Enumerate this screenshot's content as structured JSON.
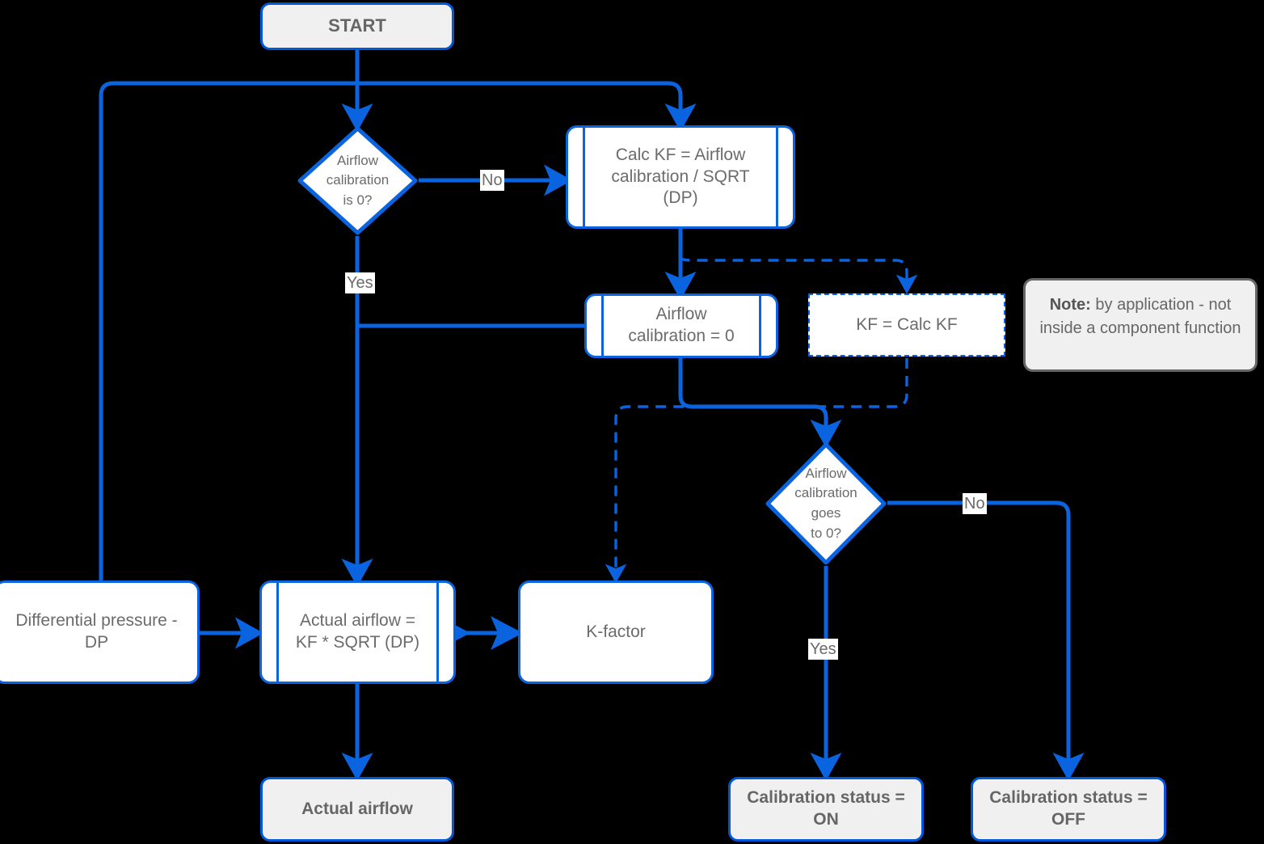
{
  "diagram": {
    "title": "Airflow calibration / K-factor flowchart",
    "colors": {
      "edge": "#0a64e0",
      "node_border": "#0a64e0",
      "terminator_fill": "#f0f0f0",
      "process_fill": "#ffffff",
      "text": "#6b6b6b",
      "note_border": "#666666",
      "background": "#000000"
    },
    "nodes": {
      "start": {
        "label": "START",
        "shape": "terminator"
      },
      "decision_cal_zero": {
        "label": "Airflow\ncalibration\nis 0?",
        "shape": "decision"
      },
      "calc_kf": {
        "label": "Calc KF = Airflow\ncalibration / SQRT\n(DP)",
        "shape": "predefined-process"
      },
      "airflow_cal_zero": {
        "label": "Airflow\ncalibration = 0",
        "shape": "predefined-process"
      },
      "kf_assign": {
        "label": "KF = Calc KF",
        "shape": "dashed-process"
      },
      "note": {
        "prefix": "Note:",
        "label": " by application - not inside a component function",
        "shape": "note"
      },
      "decision_cal_goes_zero": {
        "label": "Airflow\ncalibration\ngoes\nto 0?",
        "shape": "decision"
      },
      "diff_pressure": {
        "label": "Differential pressure -\nDP",
        "shape": "process"
      },
      "actual_airflow_calc": {
        "label": "Actual airflow =\nKF * SQRT (DP)",
        "shape": "predefined-process"
      },
      "k_factor": {
        "label": "K-factor",
        "shape": "process"
      },
      "actual_airflow_out": {
        "label": "Actual airflow",
        "shape": "terminator"
      },
      "calibration_on": {
        "label": "Calibration status =\nON",
        "shape": "terminator"
      },
      "calibration_off": {
        "label": "Calibration status =\nOFF",
        "shape": "terminator"
      }
    },
    "edge_labels": {
      "no_top": "No",
      "yes_top": "Yes",
      "no_bottom": "No",
      "yes_bottom": "Yes"
    },
    "edges": [
      {
        "from": "start",
        "to": "decision_cal_zero",
        "style": "solid"
      },
      {
        "from": "start",
        "to": "calc_kf",
        "style": "solid"
      },
      {
        "from": "start",
        "to": "diff_pressure",
        "style": "solid"
      },
      {
        "from": "decision_cal_zero",
        "to": "calc_kf",
        "label": "No",
        "style": "solid"
      },
      {
        "from": "decision_cal_zero",
        "to": "actual_airflow_calc",
        "label": "Yes",
        "style": "solid"
      },
      {
        "from": "calc_kf",
        "to": "airflow_cal_zero",
        "style": "solid"
      },
      {
        "from": "calc_kf",
        "to": "kf_assign",
        "style": "dashed"
      },
      {
        "from": "airflow_cal_zero",
        "to": "decision_cal_goes_zero",
        "style": "solid"
      },
      {
        "from": "kf_assign",
        "to": "k_factor",
        "style": "dashed"
      },
      {
        "from": "diff_pressure",
        "to": "actual_airflow_calc",
        "style": "solid"
      },
      {
        "from": "actual_airflow_calc",
        "to": "k_factor",
        "style": "solid",
        "arrow": "both"
      },
      {
        "from": "actual_airflow_calc",
        "to": "actual_airflow_out",
        "style": "solid"
      },
      {
        "from": "decision_cal_goes_zero",
        "to": "calibration_on",
        "label": "Yes",
        "style": "solid"
      },
      {
        "from": "decision_cal_goes_zero",
        "to": "calibration_off",
        "label": "No",
        "style": "solid"
      }
    ]
  }
}
